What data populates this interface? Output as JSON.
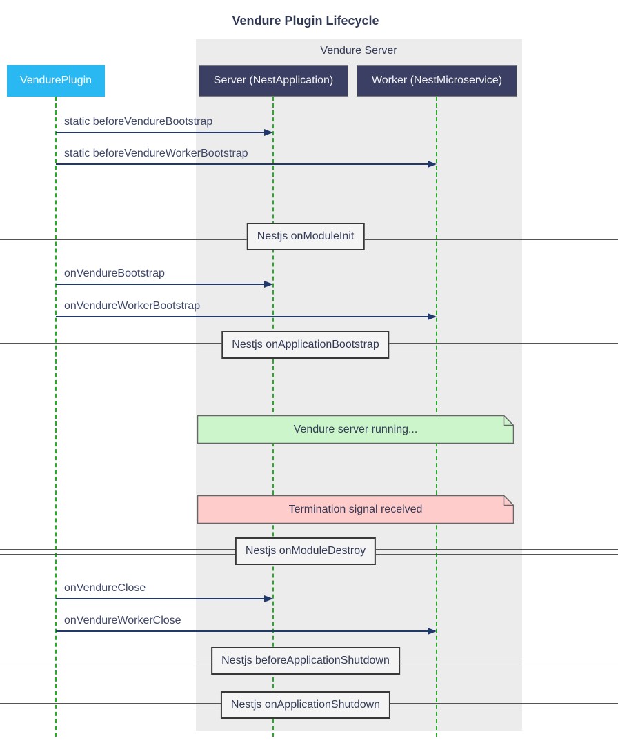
{
  "title": "Vendure Plugin Lifecycle",
  "group": {
    "label": "Vendure Server"
  },
  "actors": [
    {
      "id": "vendure-plugin",
      "label": "VendurePlugin",
      "fill": "#29b8f2"
    },
    {
      "id": "server",
      "label": "Server (NestApplication)",
      "fill": "#3b3f63"
    },
    {
      "id": "worker",
      "label": "Worker (NestMicroservice)",
      "fill": "#3b3f63"
    }
  ],
  "messages": [
    {
      "label": "static beforeVendureBootstrap",
      "from": "VendurePlugin",
      "to": "Server (NestApplication)"
    },
    {
      "label": "static beforeVendureWorkerBootstrap",
      "from": "VendurePlugin",
      "to": "Worker (NestMicroservice)"
    },
    {
      "label": "onVendureBootstrap",
      "from": "VendurePlugin",
      "to": "Server (NestApplication)"
    },
    {
      "label": "onVendureWorkerBootstrap",
      "from": "VendurePlugin",
      "to": "Worker (NestMicroservice)"
    },
    {
      "label": "onVendureClose",
      "from": "VendurePlugin",
      "to": "Server (NestApplication)"
    },
    {
      "label": "onVendureWorkerClose",
      "from": "VendurePlugin",
      "to": "Worker (NestMicroservice)"
    }
  ],
  "dividers": [
    {
      "label": "Nestjs onModuleInit"
    },
    {
      "label": "Nestjs onApplicationBootstrap"
    },
    {
      "label": "Nestjs onModuleDestroy"
    },
    {
      "label": "Nestjs beforeApplicationShutdown"
    },
    {
      "label": "Nestjs onApplicationShutdown"
    }
  ],
  "notes": [
    {
      "text": "Vendure server running...",
      "fill": "#ccf5cc",
      "over": "Server (NestApplication), Worker (NestMicroservice)"
    },
    {
      "text": "Termination signal received",
      "fill": "#ffcccc",
      "over": "Server (NestApplication), Worker (NestMicroservice)"
    }
  ],
  "colors": {
    "accent_cyan": "#29b8f2",
    "actor_navy": "#3b3f63",
    "arrow_navy": "#21386b",
    "text_navy": "#333a56",
    "msg_text": "#3f4768",
    "lifeline_green": "#2aa82a",
    "band_gray": "#ececec",
    "divider_line": "#555555",
    "divider_box_fill": "#f4f4f4",
    "divider_box_border": "#383838",
    "note_border": "#666666"
  }
}
